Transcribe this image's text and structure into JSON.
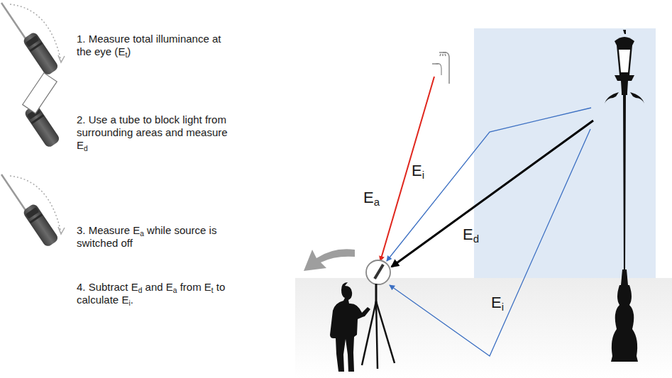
{
  "diagram": {
    "labels": [
      "1. Measure total illuminance at the eye (Et)",
      "2. Use a tube to block light from surrounding areas and measure Ed",
      "3. Measure Ea while source is switched off",
      "4. Subtract Ed and Ea from Et to calculate Ei.",
      "Ei",
      "Ea",
      "Ed",
      "Ei"
    ]
  }
}
